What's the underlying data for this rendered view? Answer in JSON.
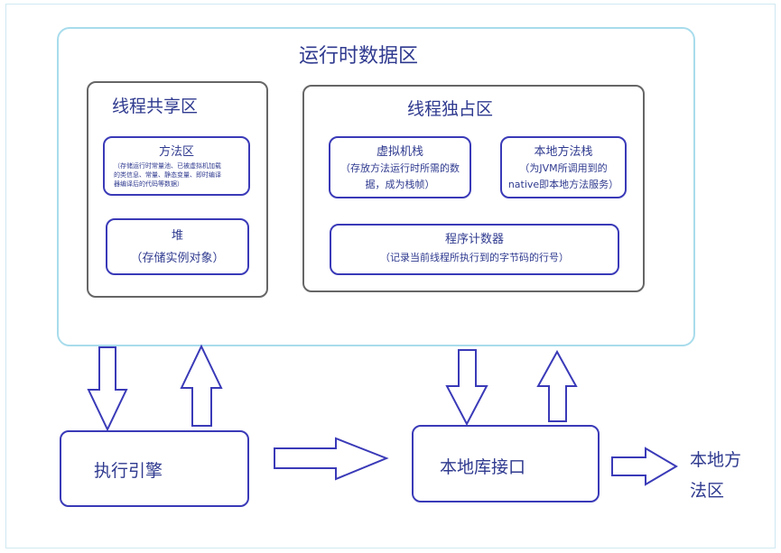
{
  "runtime_area": {
    "title": "运行时数据区"
  },
  "shared_area": {
    "title": "线程共享区",
    "method_area": {
      "title": "方法区",
      "desc_lines": [
        "（存储运行时常量池、已被虚拟机加载",
        "的类信息、常量、静态变量、即时编译",
        "器编译后的代码等数据）"
      ]
    },
    "heap": {
      "title": "堆",
      "desc": "（存储实例对象）"
    }
  },
  "exclusive_area": {
    "title": "线程独占区",
    "vm_stack": {
      "title": "虚拟机栈",
      "desc_lines": [
        "（存放方法运行时所需的数",
        "据，成为栈帧）"
      ]
    },
    "native_stack": {
      "title": "本地方法栈",
      "desc_lines": [
        "（为JVM所调用到的",
        "native即本地方法服务）"
      ]
    },
    "pc": {
      "title": "程序计数器",
      "desc": "（记录当前线程所执行到的字节码的行号）"
    }
  },
  "execution_engine": {
    "label": "执行引擎"
  },
  "native_interface": {
    "label": "本地库接口"
  },
  "native_method_lib": {
    "label_lines": [
      "本地方",
      "法区"
    ]
  },
  "colors": {
    "frame": "#a8dcec",
    "box_border": "#3a3ab8",
    "gray_border": "#666666",
    "text": "#2f3a8f"
  }
}
